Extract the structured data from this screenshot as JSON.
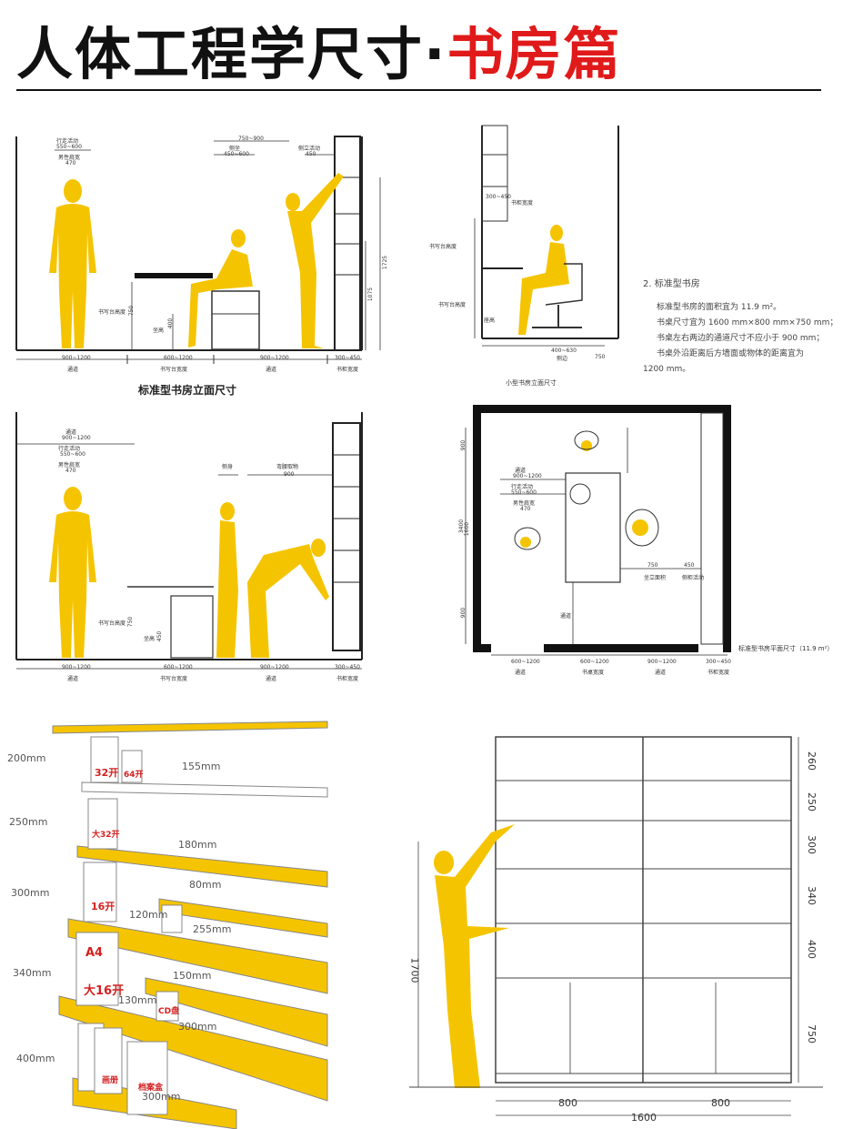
{
  "title": {
    "main": "人体工程学尺寸·",
    "highlight": "书房篇",
    "highlight_color": "#e01a1a"
  },
  "colors": {
    "figure": "#f5c400",
    "shelf": "#f5c400",
    "line": "#222222"
  },
  "panel1": {
    "caption": "标准型书房立面尺寸",
    "top_dims": [
      "行走活动",
      "550~600",
      "男性肩宽",
      "470",
      "750~900",
      "侧坐",
      "450~600",
      "侧立活动",
      "450"
    ],
    "side_dims": [
      "书写台高度",
      "坐高",
      "400",
      "750",
      "1725",
      "1075"
    ],
    "bottom_dims": [
      "900~1200",
      "通道",
      "600~1200",
      "书写台宽度",
      "900~1200",
      "通道",
      "300~450",
      "书柜宽度"
    ]
  },
  "panel2": {
    "caption": "小型书房立面尺寸",
    "labels": [
      "300~450",
      "书柜宽度",
      "书写台高度",
      "书写台高度",
      "座高",
      "400~630",
      "侧边",
      "750"
    ]
  },
  "standard_notes": {
    "heading": "2. 标准型书房",
    "lines": [
      "标准型书房的面积宜为 11.9 m²。",
      "书桌尺寸宜为 1600 mm×800 mm×750 mm；",
      "书桌左右两边的通道尺寸不应小于 900 mm；",
      "书桌外沿距离后方墙面或物体的距离宜为",
      "1200 mm。"
    ]
  },
  "panel3": {
    "top_dims": [
      "通道",
      "900~1200",
      "行走活动",
      "550~600",
      "男性肩宽",
      "470",
      "侧身",
      "弯腰取物",
      "900"
    ],
    "side_dims": [
      "书写台高度",
      "坐高",
      "450",
      "750"
    ],
    "bottom_dims": [
      "900~1200",
      "通道",
      "600~1200",
      "书写台宽度",
      "900~1200",
      "通道",
      "300~450",
      "书柜宽度"
    ]
  },
  "panel4": {
    "caption": "标准型书房平面尺寸（11.9 m²）",
    "labels": [
      "通道",
      "900~1200",
      "行走活动",
      "550~600",
      "男性肩宽",
      "470",
      "750",
      "坐立面积",
      "450",
      "侧柜活动",
      "通道"
    ],
    "side_dims": [
      "900",
      "3400",
      "1600",
      "900"
    ],
    "bottom_dims": [
      "600~1200",
      "通道",
      "600~1200",
      "书桌宽度",
      "900~1200",
      "通道",
      "300~450",
      "书柜宽度"
    ]
  },
  "shelves": {
    "heights": [
      "200mm",
      "250mm",
      "300mm",
      "340mm",
      "400mm"
    ],
    "depths": [
      "155mm",
      "180mm",
      "80mm",
      "120mm",
      "255mm",
      "150mm",
      "130mm",
      "300mm",
      "300mm"
    ],
    "book_labels": [
      "32开",
      "64开",
      "大32开",
      "16开",
      "A4",
      "大16开",
      "CD盘",
      "画册",
      "档案盒"
    ]
  },
  "bookcase": {
    "row_heights": [
      "260",
      "250",
      "300",
      "340",
      "400",
      "750"
    ],
    "reach": "1700",
    "bottom": [
      "800",
      "800",
      "1600"
    ]
  }
}
